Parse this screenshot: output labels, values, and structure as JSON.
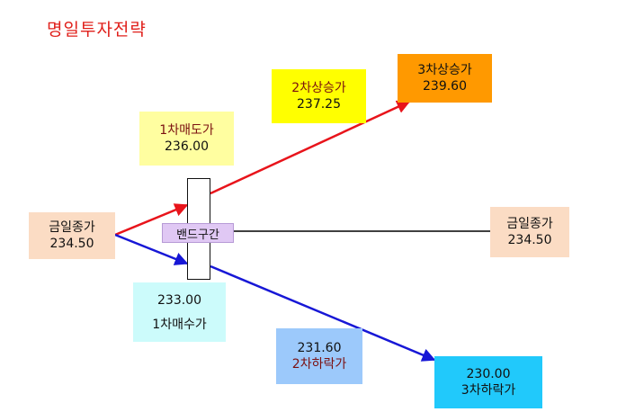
{
  "title": "명일투자전략",
  "colors": {
    "title": "#e0201b",
    "up_line": "#e8141b",
    "down_line": "#1717d6",
    "flat_line": "#000000",
    "peach": "#fbdcc4",
    "light_yellow": "#fffea0",
    "yellow": "#ffff00",
    "orange": "#ff9900",
    "light_cyan": "#ccfbfb",
    "light_blue": "#9cc9fb",
    "cyan": "#21c9fb",
    "lavender": "#e0c8f4",
    "maroon_text": "#7b1010"
  },
  "today_close": {
    "label": "금일종가",
    "value": "234.50"
  },
  "sell1": {
    "label": "1차매도가",
    "value": "236.00"
  },
  "rise2": {
    "label": "2차상승가",
    "value": "237.25"
  },
  "rise3": {
    "label": "3차상승가",
    "value": "239.60"
  },
  "band": {
    "label": "밴드구간"
  },
  "close_right": {
    "label": "금일종가",
    "value": "234.50"
  },
  "buy1": {
    "value": "233.00",
    "label": "1차매수가"
  },
  "fall2": {
    "value": "231.60",
    "label": "2차하락가"
  },
  "fall3": {
    "value": "230.00",
    "label": "3차하락가"
  }
}
